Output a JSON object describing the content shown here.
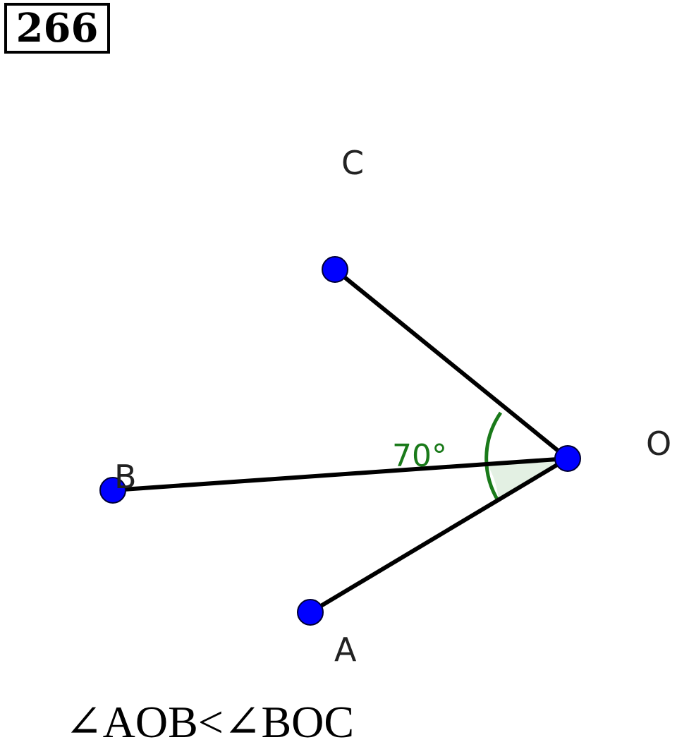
{
  "problem_number": "266",
  "points": {
    "A": {
      "label": "A"
    },
    "B": {
      "label": "B"
    },
    "C": {
      "label": "C"
    },
    "O": {
      "label": "O"
    }
  },
  "angle": {
    "label": "70°",
    "between": [
      "B",
      "A"
    ],
    "vertex": "O",
    "color": "#1a7a1a",
    "fill": "#e3f0e3"
  },
  "colors": {
    "point": "#0000ff",
    "segment": "#000000"
  },
  "caption": "∠AOB<∠BOC"
}
